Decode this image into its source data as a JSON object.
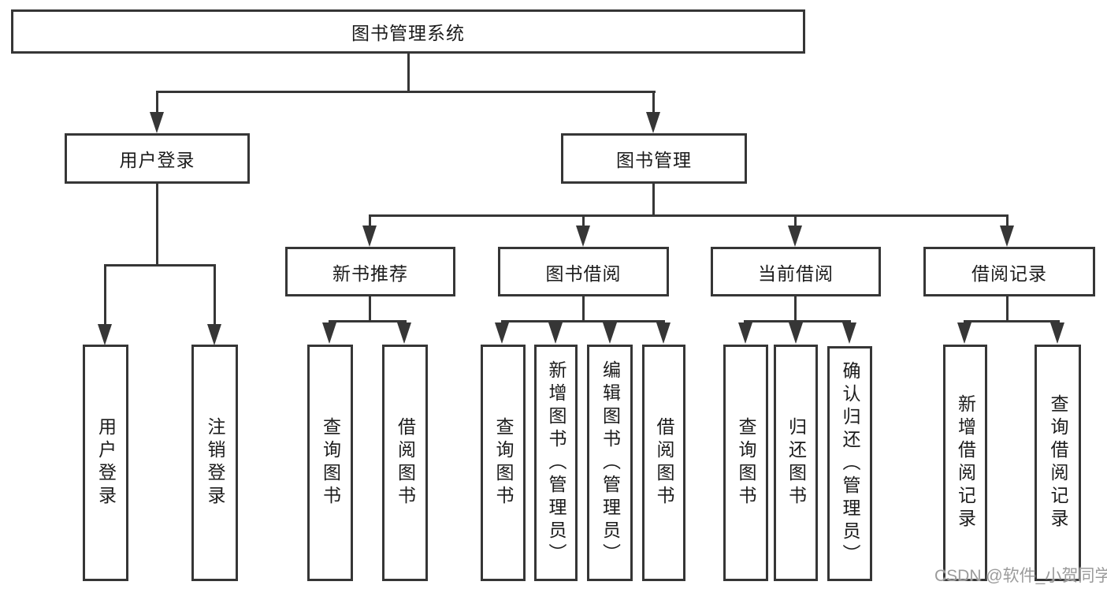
{
  "tree": {
    "root": {
      "label": "图书管理系统"
    },
    "level2": [
      {
        "label": "用户登录"
      },
      {
        "label": "图书管理"
      }
    ],
    "level3": [
      {
        "label": "新书推荐"
      },
      {
        "label": "图书借阅"
      },
      {
        "label": "当前借阅"
      },
      {
        "label": "借阅记录"
      }
    ],
    "leaves": {
      "user_login": [
        {
          "label": "用户登录"
        },
        {
          "label": "注销登录"
        }
      ],
      "new_book": [
        {
          "label": "查询图书"
        },
        {
          "label": "借阅图书"
        }
      ],
      "book_borrow": [
        {
          "label": "查询图书"
        },
        {
          "label": "新增图书（管理员）"
        },
        {
          "label": "编辑图书（管理员）"
        },
        {
          "label": "借阅图书"
        }
      ],
      "current_borrow": [
        {
          "label": "查询图书"
        },
        {
          "label": "归还图书"
        },
        {
          "label": "确认归还（管理员）"
        }
      ],
      "borrow_records": [
        {
          "label": "新增借阅记录"
        },
        {
          "label": "查询借阅记录"
        }
      ]
    }
  },
  "watermark": {
    "text": "CSDN @软件_小贺同学"
  },
  "colors": {
    "line": "#363636",
    "text": "#1b1b1b",
    "background": "#ffffff",
    "watermark": "#9b9b9b"
  }
}
